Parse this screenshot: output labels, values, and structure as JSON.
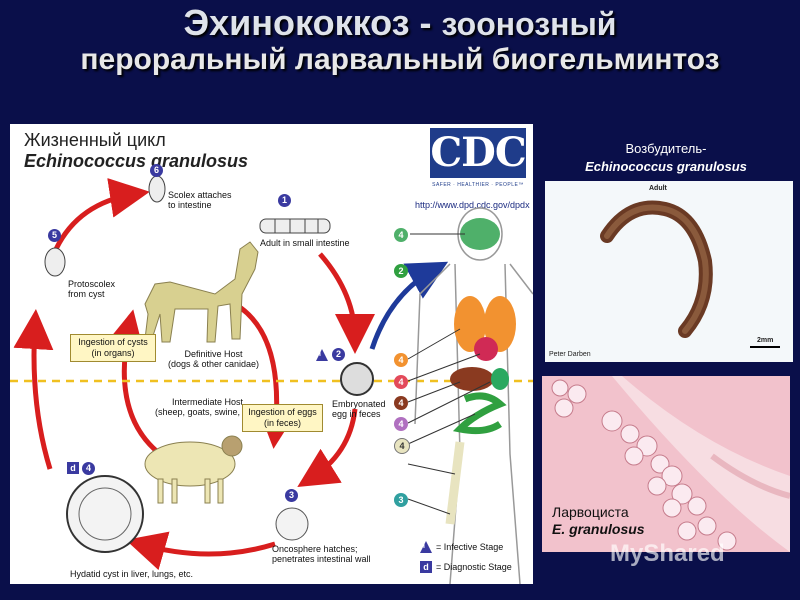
{
  "title": {
    "line1_main": "Эхинококкоз - ",
    "line1_sub": "зоонозный",
    "line2": "пероральный ларвальный биогельминтоз"
  },
  "diagram": {
    "heading": "Жизненный цикл",
    "species": "Echinococcus granulosus",
    "logo": "CDC",
    "logo_tagline": "SAFER · HEALTHIER · PEOPLE™",
    "url": "http://www.dpd.cdc.gov/dpdx",
    "labels": {
      "scolex": "Scolex attaches\nto intestine",
      "adult": "Adult in small intestine",
      "protoscolex": "Protoscolex\nfrom cyst",
      "definitive_host": "Definitive Host\n(dogs & other canidae)",
      "intermediate_host": "Intermediate Host\n(sheep, goats, swine, etc.)",
      "embryonated": "Embryonated\negg in feces",
      "oncosphere": "Oncosphere hatches;\npenetrates intestinal wall",
      "hydatid": "Hydatid cyst in liver, lungs, etc.",
      "infective": "= Infective Stage",
      "diagnostic": "= Diagnostic Stage"
    },
    "boxes": {
      "cysts": "Ingestion of cysts\n(in organs)",
      "eggs": "Ingestion of eggs\n(in feces)"
    },
    "numbers": [
      "1",
      "2",
      "3",
      "4",
      "5",
      "6"
    ],
    "organ_numbers": [
      "4",
      "2",
      "4",
      "4",
      "4",
      "4",
      "4",
      "3"
    ],
    "marker_i": "i",
    "marker_d": "d"
  },
  "panel": {
    "label_line1": "Возбудитель-",
    "label_line2": "Echinococcus granulosus",
    "photo1_adult": "Adult",
    "photo1_credit": "Peter Darben",
    "photo1_scale": "2mm",
    "larvo_line1": "Ларвоциста",
    "larvo_line2": "E. granulosus"
  },
  "watermark": "MyShared",
  "colors": {
    "background": "#0a0f4a",
    "arrow_red": "#d81e1e",
    "arrow_blue": "#1e3a9a",
    "dashed_line": "#f0c020"
  }
}
